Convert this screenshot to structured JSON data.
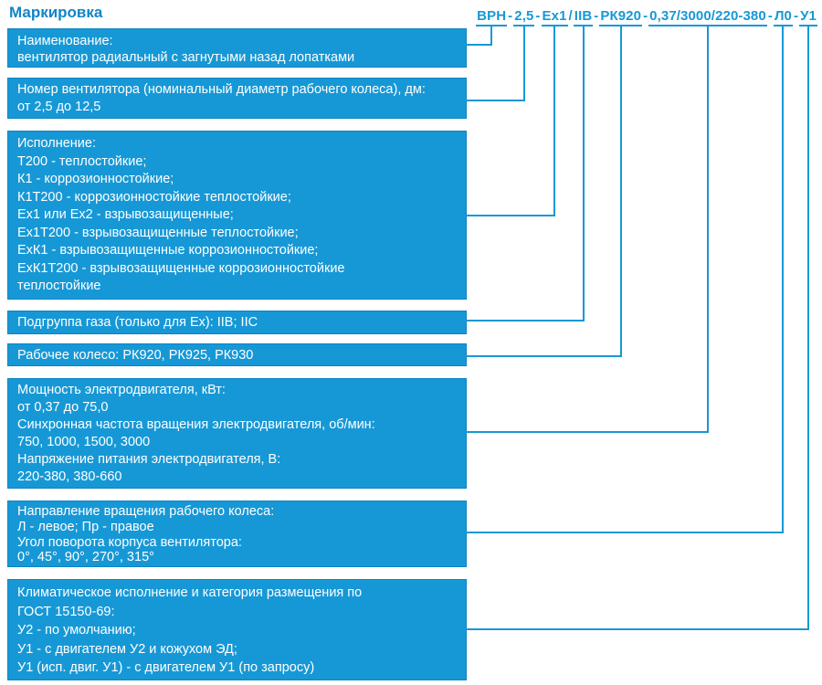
{
  "page": {
    "title": "Маркировка"
  },
  "colors": {
    "accent": "#1798D6",
    "accent_dark": "#1185C8",
    "box_border": "#0E83C0",
    "text_on_accent": "#FFFFFF",
    "background": "#FFFFFF"
  },
  "marking_code": {
    "full": "ВРН-2,5-Ex1/IIB-РК920-0,37/3000/220-380-Л0-У1",
    "segments": [
      {
        "text": "ВРН",
        "separator_after": "-"
      },
      {
        "text": "2,5",
        "separator_after": "-"
      },
      {
        "text": "Ex1",
        "separator_after": "/"
      },
      {
        "text": "IIB",
        "separator_after": "-"
      },
      {
        "text": "РК920",
        "separator_after": "-"
      },
      {
        "text": "0,37/3000/220-380",
        "separator_after": "-"
      },
      {
        "text": "Л0",
        "separator_after": "-"
      },
      {
        "text": "У1",
        "separator_after": ""
      }
    ]
  },
  "boxes": [
    {
      "name": "designation",
      "lines": [
        "Наименование:",
        "вентилятор радиальный с загнутыми назад лопатками"
      ]
    },
    {
      "name": "fan-number",
      "lines": [
        "Номер вентилятора (номинальный диаметр рабочего колеса), дм:",
        "от 2,5 до 12,5"
      ]
    },
    {
      "name": "version",
      "lines": [
        "Исполнение:",
        "Т200 - теплостойкие;",
        "К1 - коррозионностойкие;",
        "К1Т200 - коррозионностойкие теплостойкие;",
        "Ex1 или Ex2 - взрывозащищенные;",
        "Ex1Т200 - взрывозащищенные теплостойкие;",
        "ExК1 - взрывозащищенные коррозионностойкие;",
        "ExК1Т200 - взрывозащищенные коррозионностойкие",
        "теплостойкие"
      ]
    },
    {
      "name": "gas-subgroup",
      "lines": [
        "Подгруппа газа (только для Ex): IIB; IIC"
      ]
    },
    {
      "name": "impeller",
      "lines": [
        "Рабочее колесо: РК920, РК925, РК930"
      ]
    },
    {
      "name": "motor",
      "lines": [
        "Мощность электродвигателя, кВт:",
        "от 0,37 до 75,0",
        "Синхронная частота вращения электродвигателя, об/мин:",
        "750, 1000, 1500, 3000",
        "Напряжение питания электродвигателя, В:",
        "220-380, 380-660"
      ]
    },
    {
      "name": "rotation",
      "lines": [
        "Направление вращения рабочего колеса:",
        "Л - левое; Пр - правое",
        "Угол поворота корпуса вентилятора:",
        "0°, 45°, 90°, 270°, 315°"
      ]
    },
    {
      "name": "climatic",
      "lines": [
        "Климатическое исполнение и категория размещения по",
        "ГОСТ 15150-69:",
        "У2 - по умолчанию;",
        "У1 - с двигателем У2 и кожухом ЭД;",
        "У1 (исп. двиг. У1) - с двигателем У1 (по запросу)"
      ]
    }
  ]
}
